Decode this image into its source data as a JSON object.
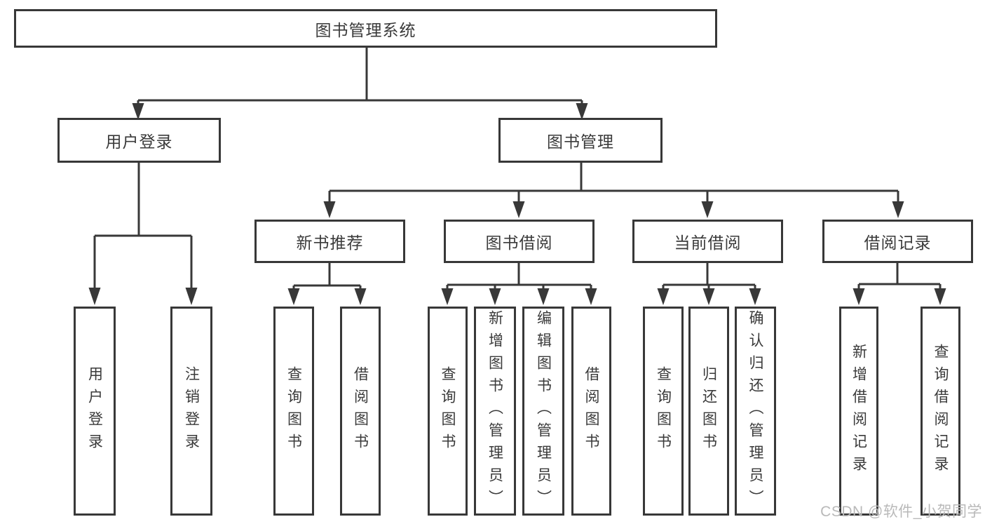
{
  "diagram": {
    "type": "hierarchy-tree",
    "title": "图书管理系统",
    "line_color": "#383838",
    "box_background": "#ffffff",
    "text_color": "#3a3a3a",
    "nodes": {
      "root": "图书管理系统",
      "l2": [
        "用户登录",
        "图书管理"
      ],
      "l3": [
        "新书推荐",
        "图书借阅",
        "当前借阅",
        "借阅记录"
      ],
      "leaves_user_login": [
        "用户登录",
        "注销登录"
      ],
      "leaves_new_books": [
        "查询图书",
        "借阅图书"
      ],
      "leaves_book_borrow": [
        "查询图书",
        "新增图书（管理员）",
        "编辑图书（管理员）",
        "借阅图书"
      ],
      "leaves_current_borrow": [
        "查询图书",
        "归还图书",
        "确认归还（管理员）"
      ],
      "leaves_borrow_records": [
        "新增借阅记录",
        "查询借阅记录"
      ]
    },
    "edges": [
      {
        "from": "图书管理系统",
        "to": [
          "用户登录",
          "图书管理"
        ]
      },
      {
        "from": "用户登录",
        "to": [
          "用户登录",
          "注销登录"
        ]
      },
      {
        "from": "图书管理",
        "to": [
          "新书推荐",
          "图书借阅",
          "当前借阅",
          "借阅记录"
        ]
      },
      {
        "from": "新书推荐",
        "to": [
          "查询图书",
          "借阅图书"
        ]
      },
      {
        "from": "图书借阅",
        "to": [
          "查询图书",
          "新增图书（管理员）",
          "编辑图书（管理员）",
          "借阅图书"
        ]
      },
      {
        "from": "当前借阅",
        "to": [
          "查询图书",
          "归还图书",
          "确认归还（管理员）"
        ]
      },
      {
        "from": "借阅记录",
        "to": [
          "新增借阅记录",
          "查询借阅记录"
        ]
      }
    ]
  },
  "watermark": "CSDN @软件_小贺同学"
}
